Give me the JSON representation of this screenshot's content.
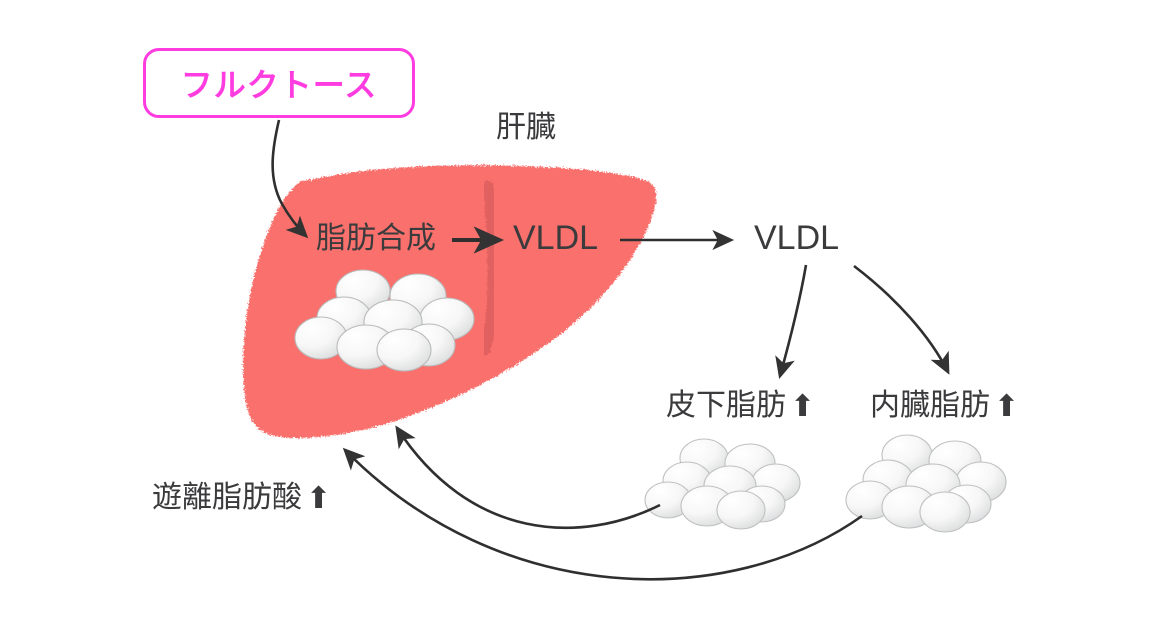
{
  "diagram": {
    "title_label": "肝臓",
    "fructose": {
      "label": "フルクトース",
      "border_color": "#ff3ce0",
      "text_color": "#ff3ce0"
    },
    "liver": {
      "organ_label": "肝臓",
      "fill_color": "#f96f6c",
      "fissure_color": "#e4615f",
      "processes": [
        {
          "id": "lipogenesis",
          "label": "脂肪合成"
        },
        {
          "id": "vldl_liver",
          "label": "VLDL"
        }
      ]
    },
    "nodes": [
      {
        "id": "vldl_blood",
        "label": "VLDL"
      },
      {
        "id": "subcutaneous_fat",
        "label": "皮下脂肪",
        "arrow": "⬆"
      },
      {
        "id": "visceral_fat",
        "label": "内臓脂肪",
        "arrow": "⬆"
      },
      {
        "id": "free_fatty_acids",
        "label": "遊離脂肪酸",
        "arrow": "⬆"
      }
    ],
    "edges": [
      {
        "from": "fructose",
        "to": "lipogenesis",
        "style": "curved-arrow"
      },
      {
        "from": "lipogenesis",
        "to": "vldl_liver",
        "style": "straight-arrow"
      },
      {
        "from": "vldl_liver",
        "to": "vldl_blood",
        "style": "straight-arrow"
      },
      {
        "from": "vldl_blood",
        "to": "subcutaneous_fat",
        "style": "curved-arrow"
      },
      {
        "from": "vldl_blood",
        "to": "visceral_fat",
        "style": "curved-arrow"
      },
      {
        "from": "subcutaneous_fat",
        "to": "liver",
        "style": "curved-arrow"
      },
      {
        "from": "visceral_fat",
        "to": "liver",
        "style": "curved-arrow"
      }
    ],
    "fat_clusters": [
      {
        "id": "liver-fat-cluster",
        "location": "liver"
      },
      {
        "id": "subcutaneous-fat-cluster",
        "location": "subcutaneous"
      },
      {
        "id": "visceral-fat-cluster",
        "location": "visceral"
      }
    ],
    "colors": {
      "text": "#3b3b3d",
      "accent": "#ff3ce0",
      "liver": "#f96f6c",
      "arrow": "#333333",
      "fat_cell": "#f3f3f3"
    }
  }
}
